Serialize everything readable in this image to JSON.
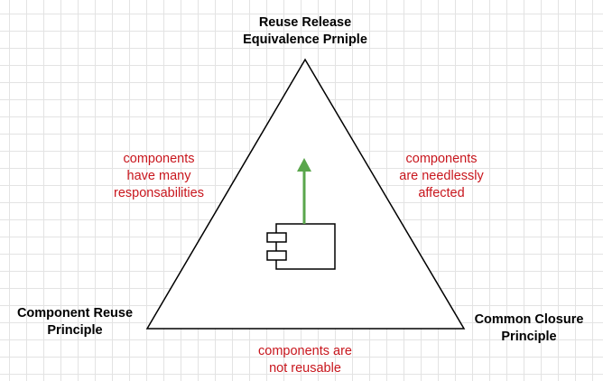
{
  "diagram": {
    "top_vertex": "Reuse Release\nEquivalence Prniple",
    "left_vertex": "Component Reuse\nPrinciple",
    "right_vertex": "Common Closure\nPrinciple",
    "left_edge": "components\nhave many\nresponsabilities",
    "right_edge": "components\nare needlessly\naffected",
    "bottom_edge": "components are\nnot reusable"
  },
  "colors": {
    "edge_text": "#c8161d",
    "arrow": "#5aa64c",
    "outline": "#000000",
    "grid": "#e3e3e3"
  },
  "icons": {
    "center": "component-icon",
    "arrow": "up-arrow"
  }
}
